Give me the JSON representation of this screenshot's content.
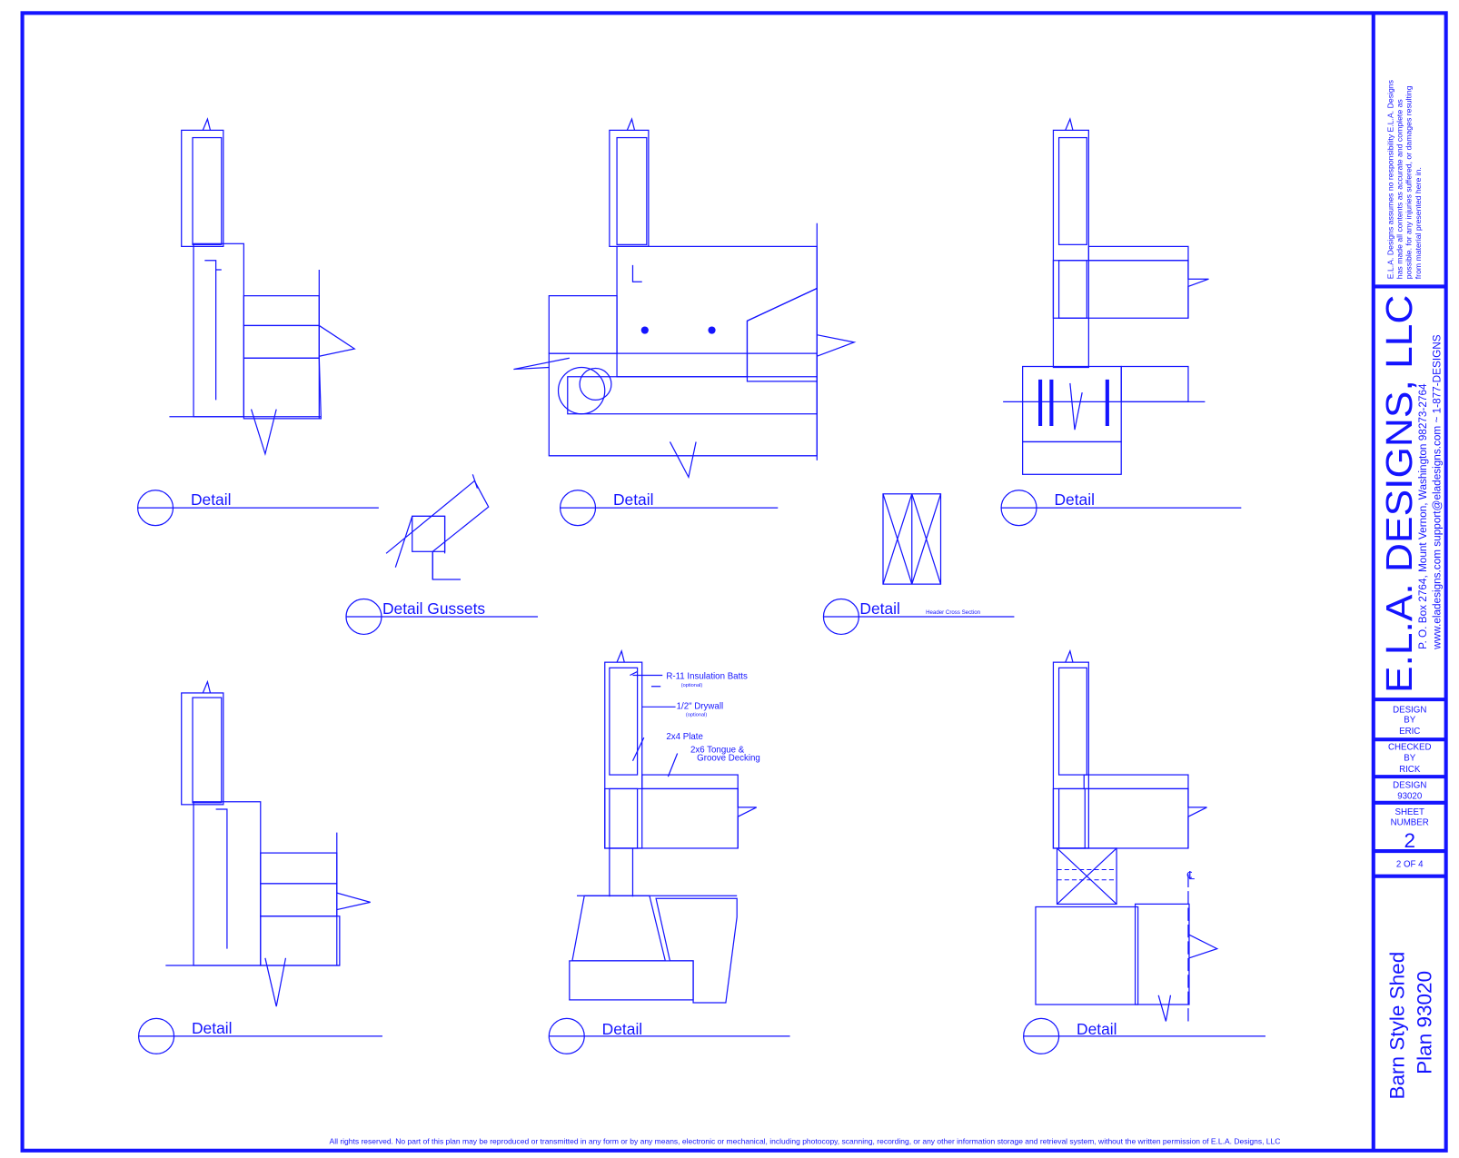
{
  "details": [
    {
      "label": "Detail"
    },
    {
      "label": "Detail"
    },
    {
      "label": "Detail"
    },
    {
      "label": "Detail Gussets"
    },
    {
      "label": "Detail",
      "sublabel": "Header Cross Section"
    },
    {
      "label": "Detail"
    },
    {
      "label": "Detail"
    },
    {
      "label": "Detail"
    }
  ],
  "callouts": {
    "insulation": "R-11 Insulation Batts",
    "insulation_note": "(optional)",
    "drywall": "1/2\" Drywall",
    "drywall_note": "(optional)",
    "plate": "2x4 Plate",
    "decking_1": "2x6 Tongue &",
    "decking_2": "Groove Decking",
    "centerline": "℄"
  },
  "footer": "All rights reserved. No part of this plan may be reproduced or transmitted in any form or by any means, electronic or mechanical, including photocopy, scanning, recording, or any other information storage and retrieval system, without the written permission of E.L.A. Designs, LLC",
  "title_block": {
    "disclaimer": [
      "E.L.A. Designs assumes no responsibility  E.L.A. Designs",
      "has made all contents as accurate and complete as",
      "possible. for any injuries suffered, or damages resulting",
      "from material presented here in."
    ],
    "company": "E.L.A. DESIGNS, LLC",
    "address": "P. O. Box 2764, Mount Vernon, Washington 98273-2764",
    "contact": "www.eladesigns.com support@eladesigns.com ~ 1-877-DESIGNS",
    "design_by": [
      "DESIGN",
      "BY",
      "ERIC"
    ],
    "checked_by": [
      "CHECKED",
      "BY",
      "RICK"
    ],
    "design_no": [
      "DESIGN",
      "93020"
    ],
    "sheet": [
      "SHEET",
      "NUMBER",
      "2"
    ],
    "sheet_of": "2 OF 4",
    "project": [
      "Barn Style Shed",
      "Plan 93020"
    ]
  },
  "colors": {
    "line": "#1414ff"
  }
}
